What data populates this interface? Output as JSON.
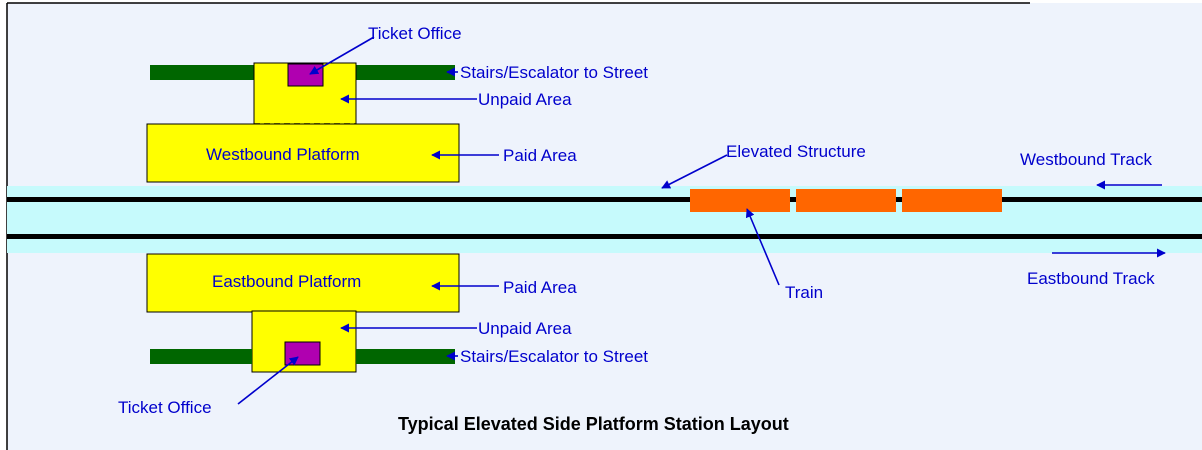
{
  "diagram": {
    "caption": "Typical Elevated Side Platform Station Layout",
    "labels": {
      "ticket_office_top": "Ticket Office",
      "stairs_top": "Stairs/Escalator to Street",
      "unpaid_top": "Unpaid Area",
      "westbound_platform": "Westbound Platform",
      "paid_top": "Paid Area",
      "elevated_structure": "Elevated Structure",
      "westbound_track": "Westbound Track",
      "eastbound_platform": "Eastbound Platform",
      "paid_bottom": "Paid Area",
      "train": "Train",
      "eastbound_track": "Eastbound Track",
      "unpaid_bottom": "Unpaid Area",
      "stairs_bottom": "Stairs/Escalator to Street",
      "ticket_office_bottom": "Ticket Office"
    },
    "colors": {
      "background": "#eef3fc",
      "structure": "#c6fafc",
      "track": "#000000",
      "platform": "#ffff00",
      "stairs": "#006600",
      "ticket_office": "#b000b0",
      "train": "#ff6600",
      "label_text": "#0000cc",
      "arrow": "#0000cc"
    }
  }
}
